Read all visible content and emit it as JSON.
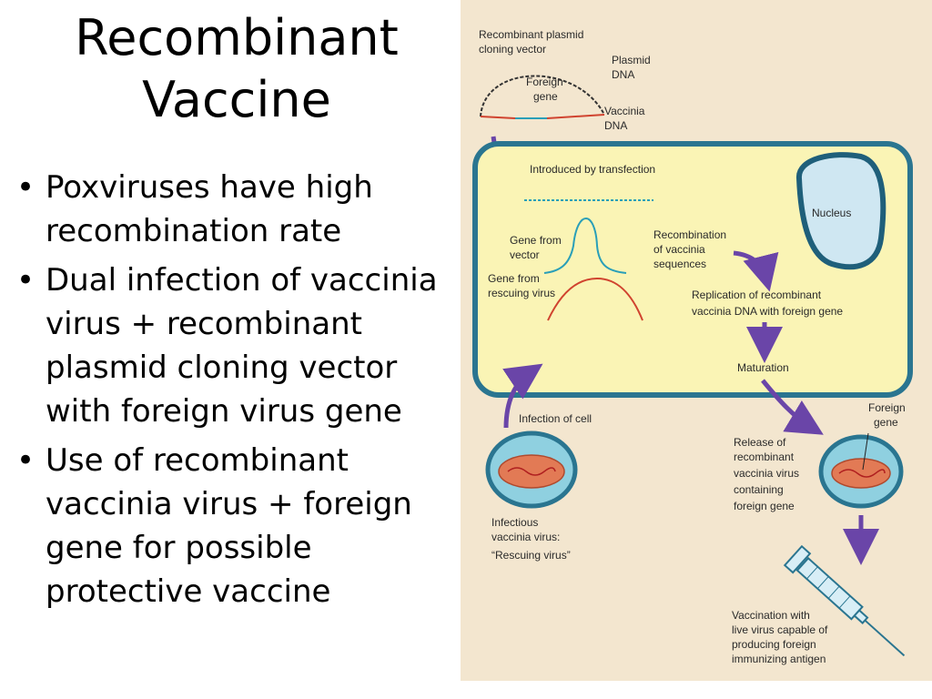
{
  "title": {
    "line1": "Recombinant",
    "line2": "Vaccine"
  },
  "bullets": [
    "Poxviruses have high recombination rate",
    "Dual infection of vaccinia virus + recombinant plasmid cloning vector with foreign virus gene",
    "Use of recombinant vaccinia virus + foreign gene for possible protective vaccine"
  ],
  "bullet_marker": "•",
  "figure": {
    "plasmid_label_1": "Recombinant plasmid",
    "plasmid_label_2": "cloning vector",
    "plasmid_dna_1": "Plasmid",
    "plasmid_dna_2": "DNA",
    "foreign_gene_1": "Foreign",
    "foreign_gene_2": "gene",
    "vaccinia_dna_1": "Vaccinia",
    "vaccinia_dna_2": "DNA",
    "transfection": "Introduced by transfection",
    "nucleus": "Nucleus",
    "gene_from_vector_1": "Gene from",
    "gene_from_vector_2": "vector",
    "gene_from_rescuing_1": "Gene from",
    "gene_from_rescuing_2": "rescuing virus",
    "recombination_1": "Recombination",
    "recombination_2": "of vaccinia",
    "recombination_3": "sequences",
    "replication_1": "Replication of recombinant",
    "replication_2": "vaccinia DNA with foreign gene",
    "maturation": "Maturation",
    "infection": "Infection of cell",
    "infectious_1": "Infectious",
    "infectious_2": "vaccinia virus:",
    "infectious_3": "“Rescuing virus”",
    "release_1": "Release of",
    "release_2": "recombinant",
    "release_3": "vaccinia virus",
    "release_4": "containing",
    "release_5": "foreign gene",
    "foreign_gene_right_1": "Foreign",
    "foreign_gene_right_2": "gene",
    "vaccination_1": "Vaccination with",
    "vaccination_2": "live virus capable of",
    "vaccination_3": "producing foreign",
    "vaccination_4": "immunizing antigen"
  },
  "colors": {
    "page_bg": "#f3e6cf",
    "cell_fill": "#faf4b5",
    "cell_border": "#2a7590",
    "nucleus_fill": "#cfe7f2",
    "arrow": "#6a45a8",
    "virus_core": "#e27a55",
    "virus_ring": "#8fd0e0"
  }
}
